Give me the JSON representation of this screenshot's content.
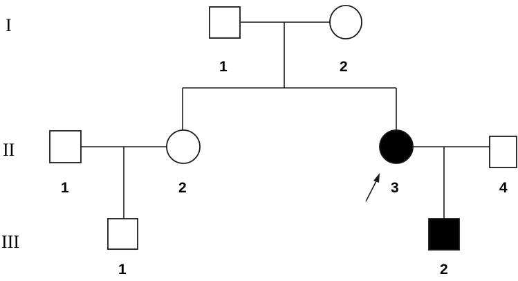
{
  "generations": [
    "I",
    "II",
    "III"
  ],
  "individuals": {
    "I-1": {
      "label": "1",
      "sex": "male",
      "affected": false
    },
    "I-2": {
      "label": "2",
      "sex": "female",
      "affected": false
    },
    "II-1": {
      "label": "1",
      "sex": "male",
      "affected": false
    },
    "II-2": {
      "label": "2",
      "sex": "female",
      "affected": false
    },
    "II-3": {
      "label": "3",
      "sex": "female",
      "affected": true,
      "proband": true
    },
    "II-4": {
      "label": "4",
      "sex": "male",
      "affected": false
    },
    "III-1": {
      "label": "1",
      "sex": "male",
      "affected": false
    },
    "III-2": {
      "label": "2",
      "sex": "male",
      "affected": true
    }
  },
  "colors": {
    "affected": "#000000",
    "unaffected": "#ffffff",
    "line": "#1a1a1a"
  }
}
